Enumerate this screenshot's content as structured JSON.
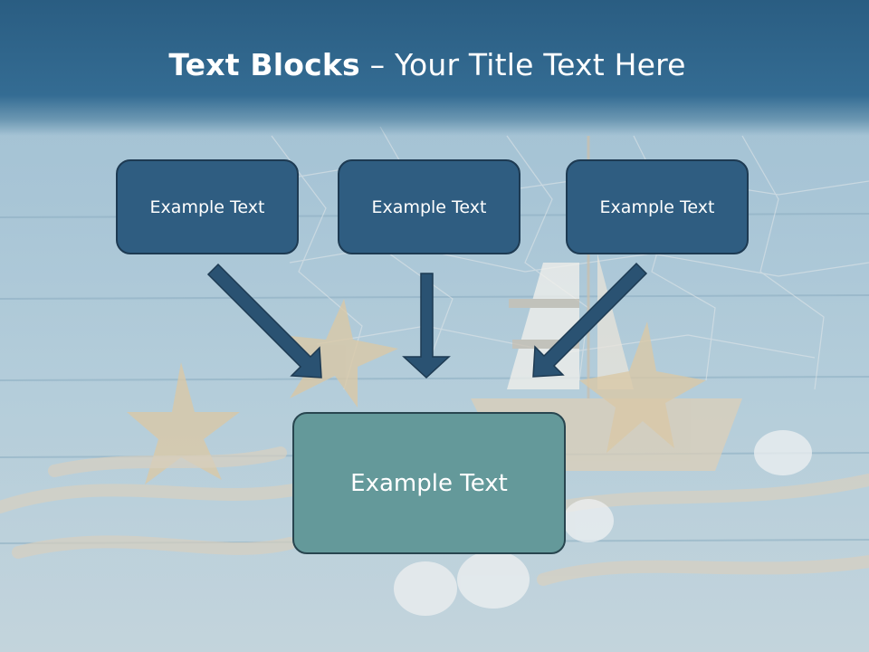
{
  "title": {
    "bold": "Text Blocks",
    "dash": " – ",
    "regular": "Your Title Text Here"
  },
  "boxes": {
    "left": "Example Text",
    "middle": "Example Text",
    "right": "Example Text",
    "bottom": "Example Text"
  },
  "colors": {
    "header": "#2a5d82",
    "top_box_fill": "#2f5d81",
    "bottom_box_fill": "#64999a",
    "box_border": "#1d3a52",
    "arrow": "#2a5272"
  }
}
